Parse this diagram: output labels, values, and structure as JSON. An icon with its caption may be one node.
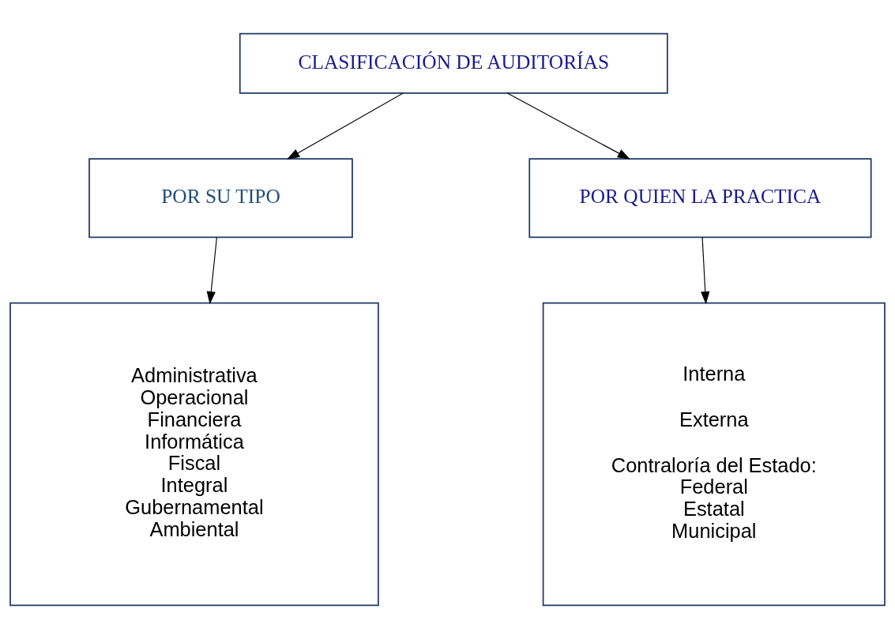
{
  "diagram": {
    "nodes": [
      {
        "text": [
          "CLASIFICACIÓN DE AUDITORÍAS"
        ]
      },
      {
        "text": [
          "POR SU TIPO"
        ]
      },
      {
        "text": [
          "POR QUIEN LA PRACTICA"
        ]
      },
      {
        "text": [
          "Administrativa",
          "Operacional",
          "Financiera",
          "Informática",
          "Fiscal",
          "Integral",
          "Gubernamental",
          "Ambiental"
        ]
      },
      {
        "text": [
          "Interna",
          "Externa",
          "Contraloría del Estado:",
          "Federal",
          "Estatal",
          "Municipal"
        ]
      }
    ],
    "edges": [
      {
        "from": 0,
        "to": 1,
        "arrow": "to"
      },
      {
        "from": 0,
        "to": 2,
        "arrow": "to"
      },
      {
        "from": 1,
        "to": 3,
        "arrow": "to"
      },
      {
        "from": 2,
        "to": 4,
        "arrow": "to"
      }
    ]
  }
}
